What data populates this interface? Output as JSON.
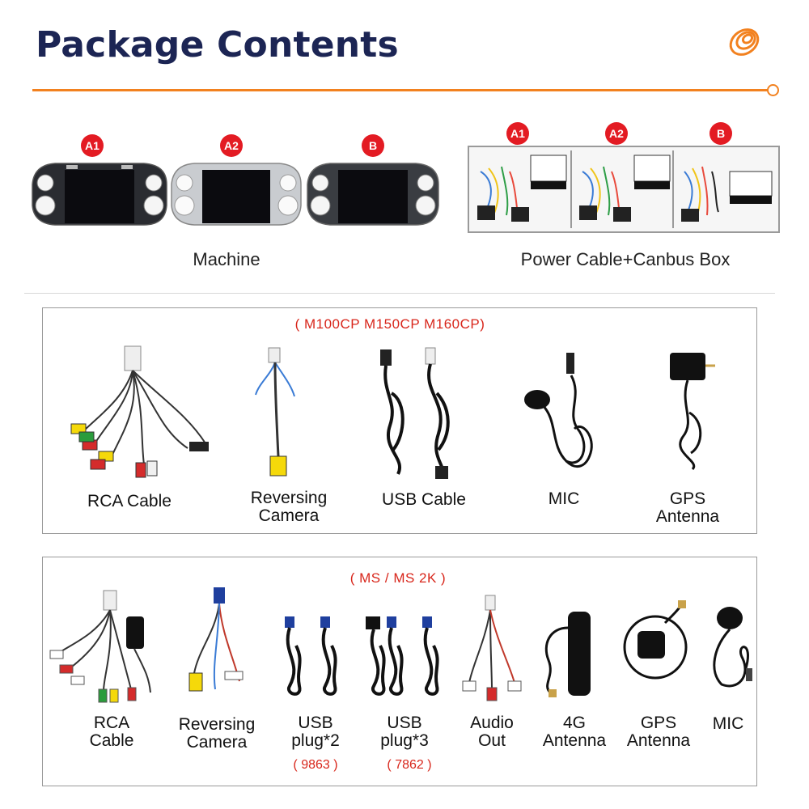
{
  "header": {
    "title": "Package Contents"
  },
  "machines": {
    "badges": [
      "A1",
      "A2",
      "B"
    ],
    "caption": "Machine"
  },
  "power": {
    "badges": [
      "A1",
      "A2",
      "B"
    ],
    "caption": "Power Cable+Canbus Box"
  },
  "set1": {
    "note": "( M100CP M150CP M160CP)",
    "items": [
      {
        "label": "RCA Cable"
      },
      {
        "label": "Reversing\nCamera"
      },
      {
        "label": "USB Cable"
      },
      {
        "label": "MIC"
      },
      {
        "label": "GPS\nAntenna"
      }
    ]
  },
  "set2": {
    "note": "( MS / MS 2K )",
    "items": [
      {
        "label": "RCA\nCable",
        "sub": ""
      },
      {
        "label": "Reversing\nCamera",
        "sub": ""
      },
      {
        "label": "USB\nplug*2",
        "sub": "( 9863 )"
      },
      {
        "label": "USB\nplug*3",
        "sub": "( 7862 )"
      },
      {
        "label": "Audio\nOut",
        "sub": ""
      },
      {
        "label": "4G\nAntenna",
        "sub": ""
      },
      {
        "label": "GPS\nAntenna",
        "sub": ""
      },
      {
        "label": "MIC",
        "sub": ""
      }
    ]
  },
  "colors": {
    "accent": "#f2811f",
    "title": "#1c2554",
    "badge": "#e31b23",
    "note": "#d8261b"
  }
}
